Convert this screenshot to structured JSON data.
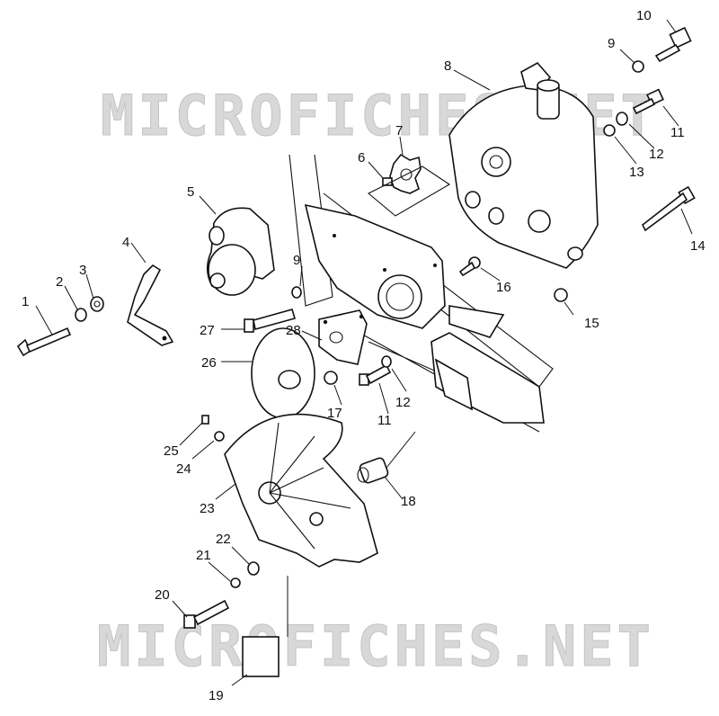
{
  "watermark": {
    "top_text": "MICROFICHES.NET",
    "bottom_text": "MICROFICHES.NET",
    "color": "#d0d0d0"
  },
  "callouts": {
    "c1": "1",
    "c2": "2",
    "c3": "3",
    "c4": "4",
    "c5": "5",
    "c6": "6",
    "c7": "7",
    "c8": "8",
    "c9a": "9",
    "c9b": "9",
    "c10": "10",
    "c11a": "11",
    "c11b": "11",
    "c12a": "12",
    "c12b": "12",
    "c13": "13",
    "c14": "14",
    "c15": "15",
    "c16": "16",
    "c17": "17",
    "c18": "18",
    "c19": "19",
    "c20": "20",
    "c21": "21",
    "c22": "22",
    "c23": "23",
    "c24": "24",
    "c25": "25",
    "c26": "26",
    "c27": "27",
    "c28": "28"
  },
  "line_color": "#111111"
}
